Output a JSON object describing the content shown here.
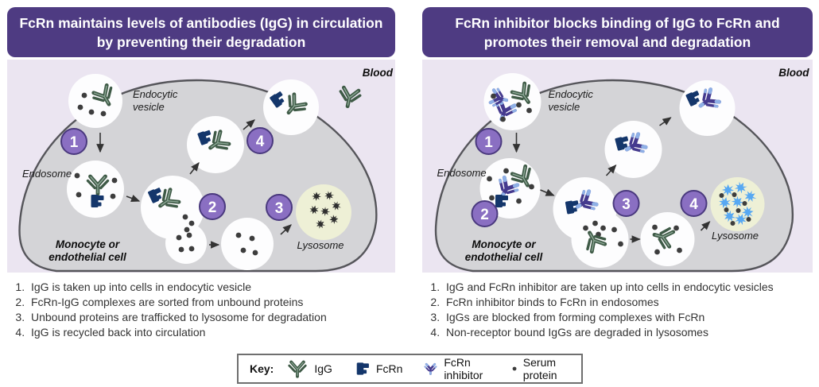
{
  "colors": {
    "header_bg": "#4e3b82",
    "panel_bg": "#ebe5f1",
    "cell_fill": "#d4d4d7",
    "cell_border": "#55555a",
    "vesicle_fill": "#fdfdfe",
    "lysosome_fill": "#eef0d6",
    "step_badge_fill": "#8a6fc2",
    "step_badge_border": "#4a397e",
    "igg_green": "#3e5a46",
    "fcrn_navy": "#14366b",
    "inhibitor_purple": "#453a8e",
    "inhibitor_blue": "#8fb0e6",
    "serum_protein_gray": "#3d3d3d",
    "degraded_igg_blue": "#57a8f2"
  },
  "left_panel": {
    "title": "FcRn maintains levels of antibodies (IgG) in circulation by preventing their degradation",
    "labels": {
      "blood": "Blood",
      "endocytic_vesicle_line1": "Endocytic",
      "endocytic_vesicle_line2": "vesicle",
      "endosome": "Endosome",
      "cell_type_line1": "Monocyte or",
      "cell_type_line2": "endothelial cell",
      "lysosome": "Lysosome"
    },
    "steps": [
      "1",
      "2",
      "3",
      "4"
    ],
    "list": [
      "IgG is taken up into cells in endocytic vesicle",
      "FcRn-IgG complexes are sorted from unbound proteins",
      "Unbound proteins are trafficked to lysosome for degradation",
      "IgG is recycled back into circulation"
    ]
  },
  "right_panel": {
    "title": "FcRn inhibitor blocks binding of IgG to FcRn and promotes their removal and degradation",
    "labels": {
      "blood": "Blood",
      "endocytic_vesicle_line1": "Endocytic",
      "endocytic_vesicle_line2": "vesicle",
      "endosome": "Endosome",
      "cell_type_line1": "Monocyte or",
      "cell_type_line2": "endothelial cell",
      "lysosome": "Lysosome"
    },
    "steps": [
      "1",
      "2",
      "3",
      "4"
    ],
    "list": [
      "IgG and FcRn inhibitor are taken up into cells in endocytic vesicles",
      "FcRn inhibitor binds to FcRn in endosomes",
      "IgGs are blocked from forming complexes with FcRn",
      "Non-receptor bound IgGs are degraded in lysosomes"
    ]
  },
  "key": {
    "title": "Key:",
    "items": [
      {
        "label": "IgG"
      },
      {
        "label": "FcRn"
      },
      {
        "label": "FcRn inhibitor"
      },
      {
        "label": "Serum protein"
      }
    ]
  }
}
